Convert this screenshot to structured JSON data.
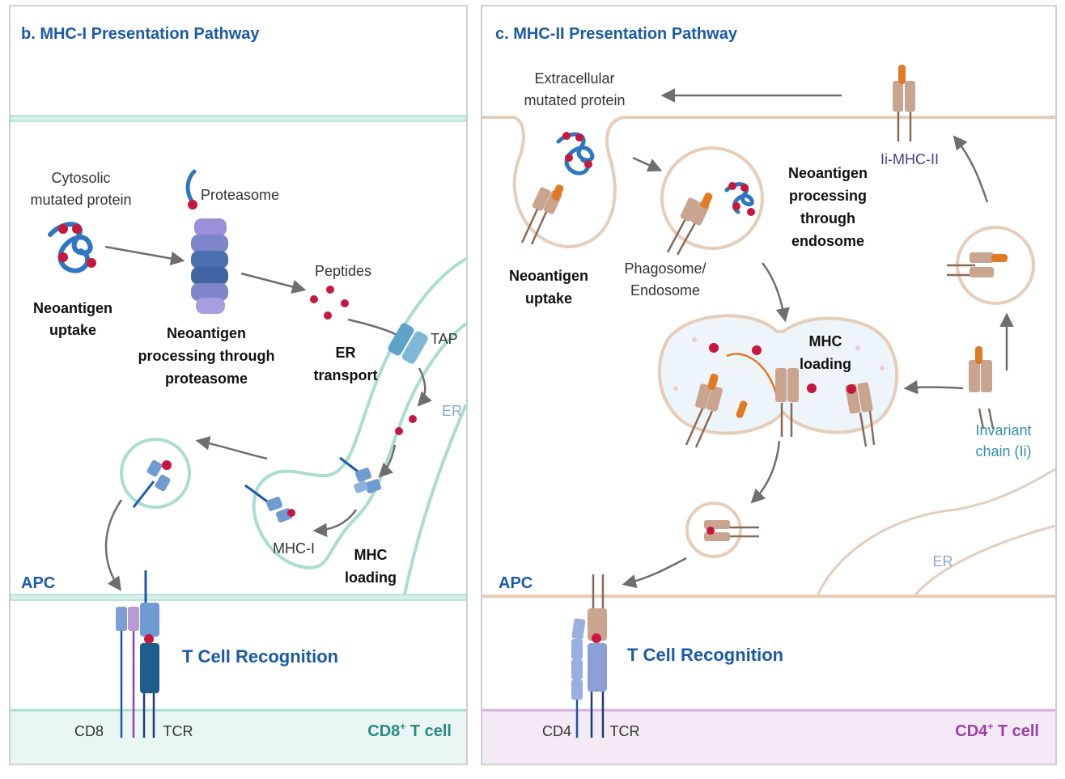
{
  "colors": {
    "mhc1_accent": "#1b5aa6",
    "mhc2_accent": "#1b5aa6",
    "cd8_cell": "#2a8a82",
    "cd4_cell": "#9b3fa8",
    "mhc1_membrane": "#a9ddd3",
    "mhc2_membrane": "#e6cdb9",
    "peptide": "#c8173f",
    "protein": "#2f76c0",
    "orange": "#e07a24"
  },
  "panel_b": {
    "title": "b. MHC-I Presentation Pathway",
    "cytosolic_protein": [
      "Cytosolic",
      "mutated protein"
    ],
    "neoantigen_uptake": [
      "Neoantigen",
      "uptake"
    ],
    "proteasome": "Proteasome",
    "processing": [
      "Neoantigen",
      "processing through",
      "proteasome"
    ],
    "peptides": "Peptides",
    "er_transport": [
      "ER",
      "transport"
    ],
    "tap": "TAP",
    "er": "ER",
    "mhc_i": "MHC-I",
    "mhc_loading": [
      "MHC",
      "loading"
    ],
    "apc": "APC",
    "t_cell_recognition": "T Cell Recognition",
    "cd8": "CD8",
    "tcr": "TCR",
    "cell_label_main": "CD8",
    "cell_label_sup": "+",
    "cell_label_tail": " T cell"
  },
  "panel_c": {
    "title": "c. MHC-II Presentation Pathway",
    "extracellular_protein": [
      "Extracellular",
      "mutated protein"
    ],
    "ii_mhc_ii": "Ii-MHC-II",
    "neoantigen_uptake": [
      "Neoantigen",
      "uptake"
    ],
    "phagosome": [
      "Phagosome/",
      "Endosome"
    ],
    "processing": [
      "Neoantigen",
      "processing",
      "through",
      "endosome"
    ],
    "mhc_loading": [
      "MHC",
      "loading"
    ],
    "invariant_chain": [
      "Invariant",
      "chain (Ii)"
    ],
    "er": "ER",
    "apc": "APC",
    "t_cell_recognition": "T Cell Recognition",
    "cd4": "CD4",
    "tcr": "TCR",
    "cell_label_main": "CD4",
    "cell_label_sup": "+",
    "cell_label_tail": " T cell"
  }
}
